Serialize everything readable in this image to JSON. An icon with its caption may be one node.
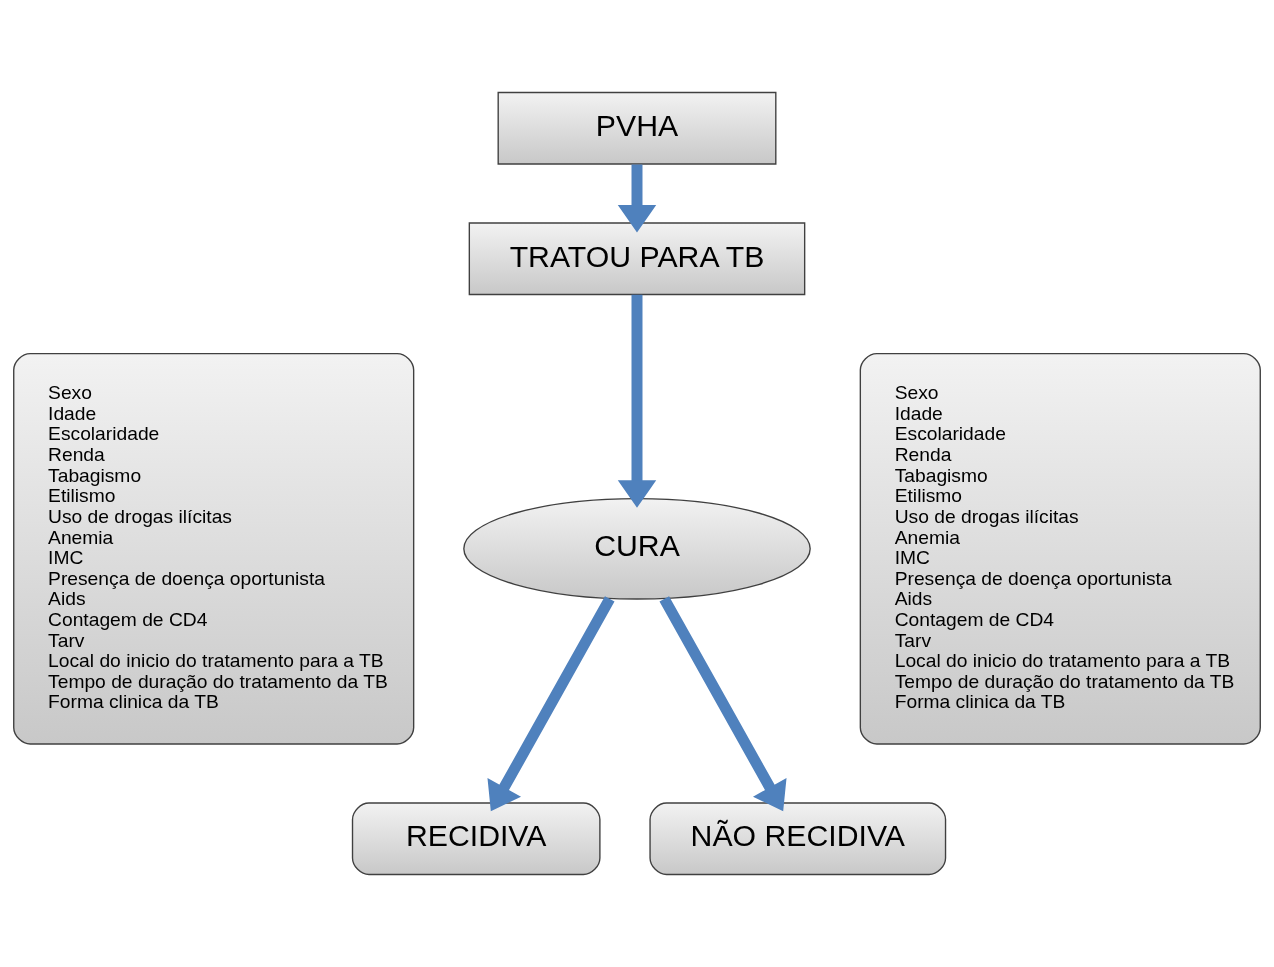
{
  "diagram": {
    "nodes": [
      {
        "text": [
          "PVHA"
        ]
      },
      {
        "text": [
          "TRATOU PARA TB"
        ]
      },
      {
        "text": [
          "CURA"
        ]
      },
      {
        "text": [
          "Sexo",
          "Idade",
          "Escolaridade",
          "Renda",
          "Tabagismo",
          "Etilismo",
          "Uso de drogas ilícitas",
          "Anemia",
          "IMC",
          "Presença de doença oportunista",
          "Aids",
          "Contagem de CD4",
          "Tarv",
          "Local do inicio do tratamento para a TB",
          "Tempo de duração do tratamento da TB",
          "Forma clinica da TB"
        ]
      },
      {
        "text": [
          "Sexo",
          "Idade",
          "Escolaridade",
          "Renda",
          "Tabagismo",
          "Etilismo",
          "Uso de drogas ilícitas",
          "Anemia",
          "IMC",
          "Presença de doença oportunista",
          "Aids",
          "Contagem de CD4",
          "Tarv",
          "Local do inicio do tratamento para a TB",
          "Tempo de duração do tratamento da TB",
          "Forma clinica da TB"
        ]
      },
      {
        "text": [
          "RECIDIVA"
        ]
      },
      {
        "text": [
          "NÃO RECIDIVA"
        ]
      }
    ],
    "edges": [
      {
        "from": 0,
        "to": 1,
        "arrow": "to"
      },
      {
        "from": 1,
        "to": 2,
        "arrow": "to"
      },
      {
        "from": 2,
        "to": 5,
        "arrow": "to"
      },
      {
        "from": 2,
        "to": 6,
        "arrow": "to"
      }
    ]
  }
}
